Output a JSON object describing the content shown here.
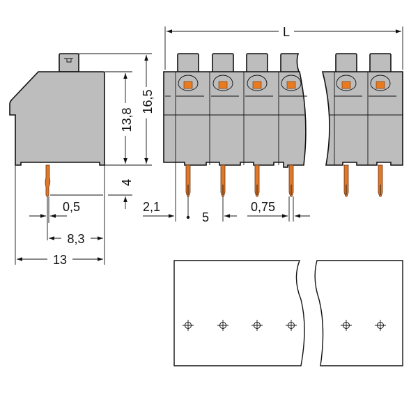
{
  "dimensions": {
    "length": "L",
    "height_body": "13,8",
    "height_total": "16,5",
    "pin_length": "4",
    "pin_width": "0,5",
    "pin_offset": "8,3",
    "depth": "13",
    "edge_offset": "2,1",
    "pitch": "5",
    "pin_square": "0,75"
  },
  "colors": {
    "housing": "#bdbdbd",
    "actuator": "#e87a20",
    "pins": "#e0782a"
  }
}
